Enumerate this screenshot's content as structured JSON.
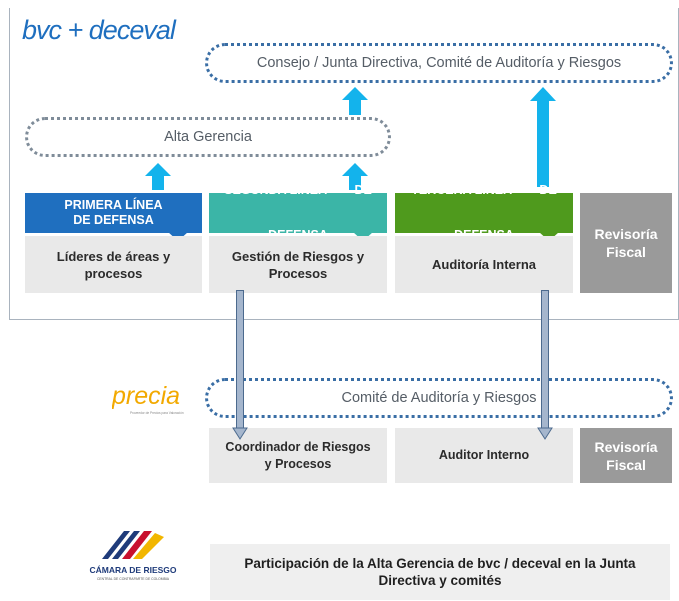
{
  "logos": {
    "bvc_deceval": "bvc + deceval",
    "precia": "precia",
    "precia_tagline": "Proveedor de Precios para Valoración",
    "camara_name": "CÁMARA DE RIESGO",
    "camara_tagline": "CENTRAL DE CONTRAPARTE DE COLOMBIA"
  },
  "governance": {
    "board": "Consejo / Junta Directiva, Comité de Auditoría y Riesgos",
    "senior_management": "Alta Gerencia"
  },
  "lines": [
    {
      "header_1": "PRIMERA LÍNEA",
      "header_2": "DE DEFENSA",
      "body": "Líderes de áreas y procesos",
      "color": "#1f6fbf"
    },
    {
      "header_1": "SEGUNDA LÍNEA        DE",
      "header_2": "DEFENSA",
      "body": "Gestión de Riesgos y Procesos",
      "color": "#3bb5a7"
    },
    {
      "header_1": "TERCERA LÍNEA        DE",
      "header_2": "DEFENSA",
      "body": "Auditoría Interna",
      "color": "#4f9a1d"
    }
  ],
  "fiscal": "Revisoría Fiscal",
  "precia_section": {
    "committee": "Comité de Auditoría y Riesgos",
    "coordinator": "Coordinador de Riesgos y Procesos",
    "internal_auditor": "Auditor Interno",
    "fiscal": "Revisoría Fiscal"
  },
  "camara_note": "Participación de la Alta Gerencia de bvc / deceval en la Junta Directiva y comités",
  "colors": {
    "arrow_up": "#13b3ec",
    "arrow_down_fill": "#a5b6cd",
    "arrow_down_stroke": "#4c6a8e",
    "pill_border": "#3a6ea5"
  }
}
